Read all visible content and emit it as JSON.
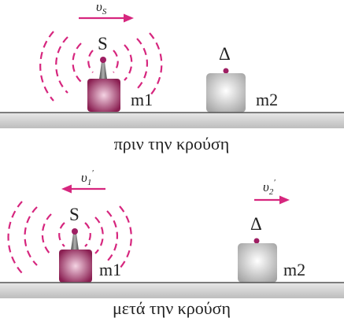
{
  "colors": {
    "accent": "#d6267e",
    "dot": "#9e1f63",
    "source_block_light": "#f4d3e3",
    "source_block_dark": "#8a1f52",
    "detector_block_light": "#ffffff",
    "detector_block_dark": "#a5a5a5",
    "ground_light": "#e8e8e8",
    "ground_dark": "#bdbdbd"
  },
  "before": {
    "velocity_symbol": "υ",
    "velocity_subscript": "S",
    "source_label": "S",
    "observer_label": "Δ",
    "mass1_label": "m1",
    "mass2_label": "m2",
    "caption": "πριν την κρούση"
  },
  "after": {
    "v1_symbol": "υ",
    "v1_subscript": "1",
    "v1_prime": "′",
    "v2_symbol": "υ",
    "v2_subscript": "2",
    "v2_prime": "′",
    "source_label": "S",
    "observer_label": "Δ",
    "mass1_label": "m1",
    "mass2_label": "m2",
    "caption": "μετά την κρούση"
  }
}
